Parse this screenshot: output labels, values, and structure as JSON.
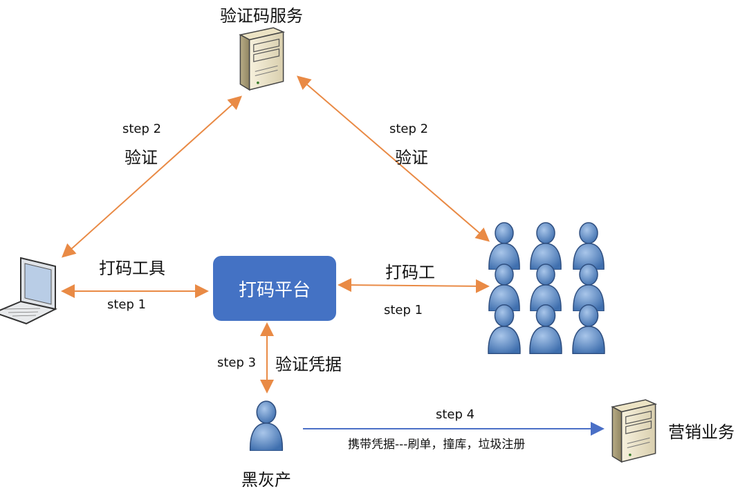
{
  "captcha_service": {
    "label": "验证码服务",
    "icon": "server-icon"
  },
  "tool": {
    "label": "打码工具",
    "icon": "laptop-icon"
  },
  "platform": {
    "label": "打码平台"
  },
  "workers": {
    "label": "打码工",
    "icon": "crowd-icon"
  },
  "blackmarket": {
    "label": "黑灰产",
    "icon": "person-icon"
  },
  "marketing": {
    "label": "营销业务",
    "icon": "server-icon"
  },
  "edges": {
    "tool_to_service": {
      "step": "step 2",
      "text": "验证"
    },
    "workers_to_service": {
      "step": "step 2",
      "text": "验证"
    },
    "tool_to_platform": {
      "step": "step 1"
    },
    "platform_to_workers": {
      "step": "step 1"
    },
    "platform_to_blackmarket": {
      "step": "step 3",
      "text": "验证凭据"
    },
    "blackmarket_to_marketing": {
      "step": "step 4",
      "text": "携带凭据---刷单，撞库，垃圾注册"
    }
  },
  "colors": {
    "platform": "#4472c4",
    "arrow_orange": "#e98a45",
    "arrow_blue": "#4a6fc6",
    "people": "#5b8dc9"
  }
}
